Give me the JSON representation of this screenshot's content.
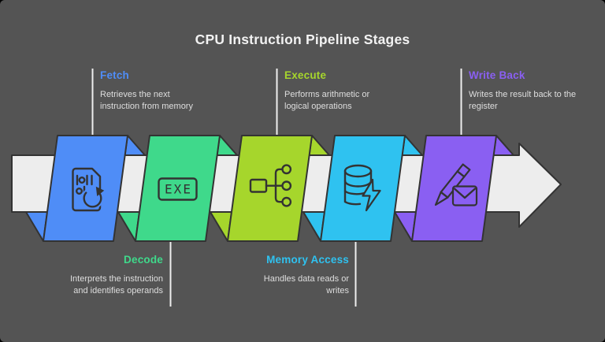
{
  "title": "CPU Instruction Pipeline Stages",
  "colors": {
    "background": "#545454",
    "outline": "#333333",
    "arrow_fill": "#ededed",
    "connector_line": "#eeeeee",
    "title_text": "#f2f2f2",
    "description_text": "#dedede"
  },
  "arrow": {
    "direction": "right"
  },
  "stages": [
    {
      "name": "Fetch",
      "description": "Retrieves the next\ninstruction from memory",
      "color": "#4f8df7",
      "icon": "binary-document-refresh-icon",
      "label_position": "top"
    },
    {
      "name": "Decode",
      "description": "Interprets the instruction\nand identifies operands",
      "color": "#3fd98b",
      "icon": "exe-box-icon",
      "icon_text": "EXE",
      "label_position": "bottom"
    },
    {
      "name": "Execute",
      "description": "Performs arithmetic or\nlogical operations",
      "color": "#a6d62c",
      "icon": "branch-flow-icon",
      "label_position": "top"
    },
    {
      "name": "Memory Access",
      "description": "Handles data reads or\nwrites",
      "color": "#2fc2f0",
      "icon": "database-bolt-icon",
      "label_position": "bottom"
    },
    {
      "name": "Write Back",
      "description": "Writes the result back to the\nregister",
      "color": "#8a5ff2",
      "icon": "pencil-envelope-icon",
      "label_position": "top"
    }
  ]
}
